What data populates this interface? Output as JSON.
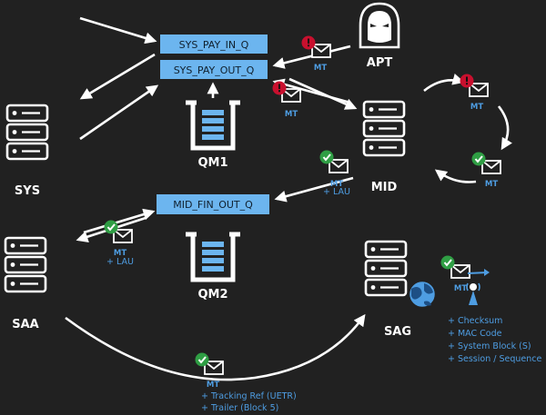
{
  "queues": {
    "pay_in": "SYS_PAY_IN_Q",
    "pay_out": "SYS_PAY_OUT_Q",
    "fin_out": "MID_FIN_OUT_Q"
  },
  "nodes": {
    "sys": "SYS",
    "mid": "MID",
    "saa": "SAA",
    "sag": "SAG",
    "apt": "APT",
    "qm1": "QM1",
    "qm2": "QM2"
  },
  "messages": {
    "mt": "MT",
    "lau": "+ LAU"
  },
  "sag_notes": [
    "+ Checksum",
    "+ MAC Code",
    "+ System Block (S)",
    "+ Session / Sequence"
  ],
  "transit_notes": [
    "+ Tracking Ref (UETR)",
    "+ Trailer (Block 5)"
  ],
  "colors": {
    "background": "#212121",
    "queue_fill": "#6cb5ef",
    "accent_blue": "#4e9de2",
    "alert_red": "#c8102e",
    "ok_green": "#2f9e44"
  }
}
